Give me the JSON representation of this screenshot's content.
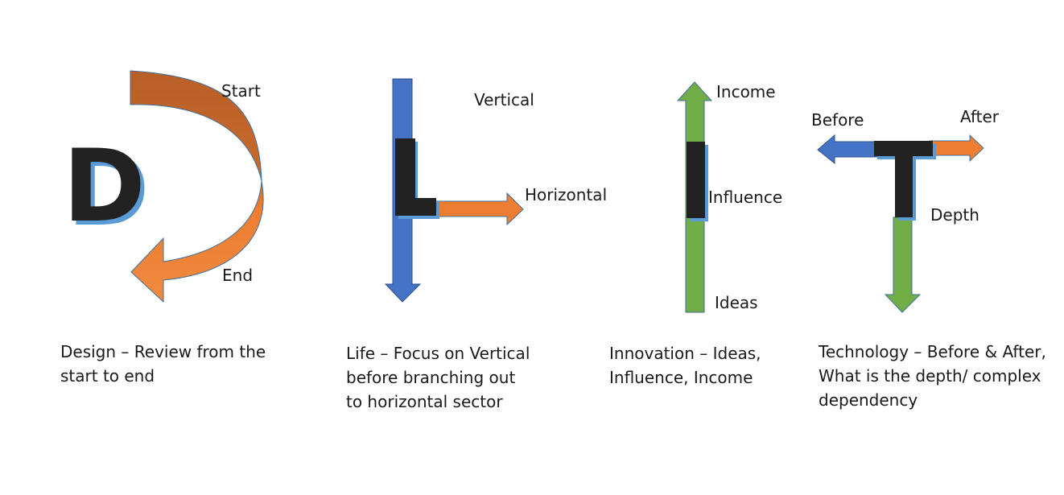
{
  "panels": {
    "design": {
      "letter": "D",
      "labels": {
        "start": "Start",
        "end": "End"
      },
      "caption": [
        "Design – Review from the",
        "start to end"
      ]
    },
    "life": {
      "letter": "L",
      "labels": {
        "vertical": "Vertical",
        "horizontal": "Horizontal"
      },
      "caption": [
        "Life – Focus on Vertical",
        "before branching out",
        "to horizontal sector"
      ]
    },
    "innovation": {
      "letter": "I",
      "labels": {
        "income": "Income",
        "influence": "Influence",
        "ideas": "Ideas"
      },
      "caption": [
        "Innovation – Ideas,",
        "Influence, Income"
      ]
    },
    "technology": {
      "letter": "T",
      "labels": {
        "before": "Before",
        "after": "After",
        "depth": "Depth"
      },
      "caption": [
        "Technology – Before & After,",
        "What is the depth/ complex",
        "dependency"
      ]
    }
  },
  "colors": {
    "blue": "#4472c4",
    "orange": "#ed7d31",
    "orange_dark": "#c0642a",
    "green": "#70ad47",
    "letter_fill": "#222222",
    "letter_shadow": "#5b9bd5"
  }
}
